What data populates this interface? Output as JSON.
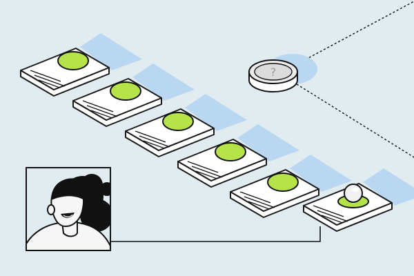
{
  "colors": {
    "background": "#e1ecf1",
    "card_face": "#ffffff",
    "card_edge": "#1a1a1a",
    "card_shadow": "#b9d7f1",
    "accent_green": "#b6e34a",
    "coin_face": "#e9e9e9",
    "ink": "#111111"
  },
  "cards": [
    {
      "kind": "record-card",
      "badge": "green-circle"
    },
    {
      "kind": "record-card",
      "badge": "green-circle"
    },
    {
      "kind": "record-card",
      "badge": "green-circle"
    },
    {
      "kind": "record-card",
      "badge": "green-circle"
    },
    {
      "kind": "record-card",
      "badge": "green-circle"
    },
    {
      "kind": "record-card",
      "badge": "pearl-on-green-disc"
    }
  ],
  "coin": {
    "icon": "question-mark-icon"
  },
  "portrait": {
    "icon": "person-avatar"
  }
}
